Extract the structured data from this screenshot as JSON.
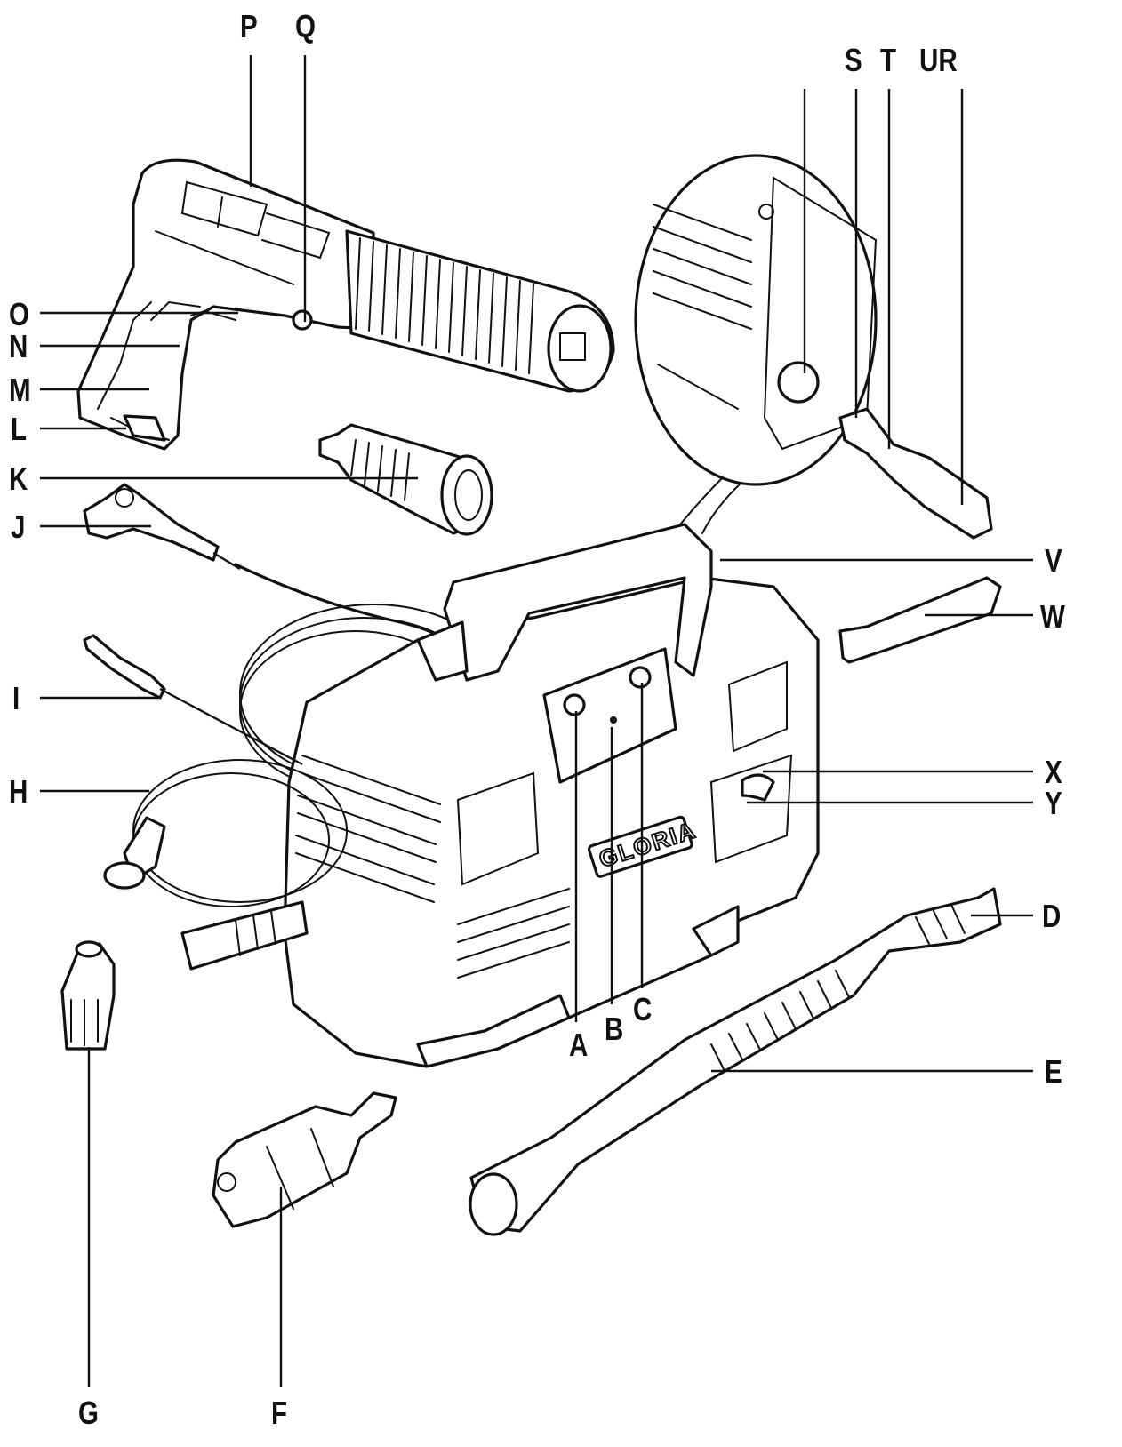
{
  "brand_label": "GLORIA",
  "callouts": [
    {
      "id": "A",
      "text": "A"
    },
    {
      "id": "B",
      "text": "B"
    },
    {
      "id": "C",
      "text": "C"
    },
    {
      "id": "D",
      "text": "D"
    },
    {
      "id": "E",
      "text": "E"
    },
    {
      "id": "F",
      "text": "F"
    },
    {
      "id": "G",
      "text": "G"
    },
    {
      "id": "H",
      "text": "H"
    },
    {
      "id": "I",
      "text": "I"
    },
    {
      "id": "J",
      "text": "J"
    },
    {
      "id": "K",
      "text": "K"
    },
    {
      "id": "L",
      "text": "L"
    },
    {
      "id": "M",
      "text": "M"
    },
    {
      "id": "N",
      "text": "N"
    },
    {
      "id": "O",
      "text": "O"
    },
    {
      "id": "P",
      "text": "P"
    },
    {
      "id": "Q",
      "text": "Q"
    },
    {
      "id": "S",
      "text": "S"
    },
    {
      "id": "T",
      "text": "T"
    },
    {
      "id": "UR",
      "text": "UR"
    },
    {
      "id": "V",
      "text": "V"
    },
    {
      "id": "W",
      "text": "W"
    },
    {
      "id": "X",
      "text": "X"
    },
    {
      "id": "Y",
      "text": "Y"
    }
  ]
}
